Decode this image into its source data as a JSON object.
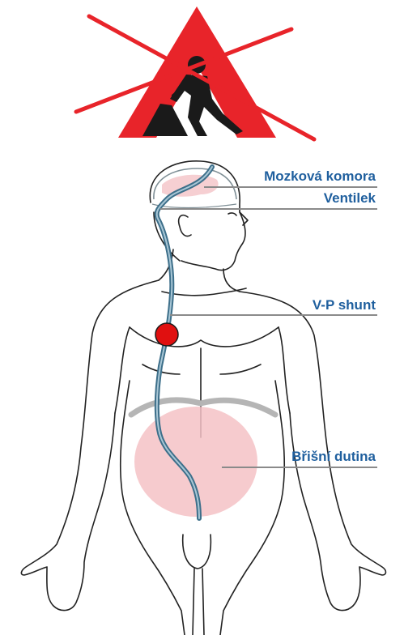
{
  "warning_sign": {
    "icon": "no-roadwork-sign",
    "colors": {
      "triangle": "#e8242a",
      "cross": "#e8242a",
      "figure": "#1a1a1a"
    }
  },
  "diagram": {
    "labels": {
      "ventricle": "Mozková komora",
      "valve": "Ventilek",
      "shunt": "V-P shunt",
      "abdomen": "Břišní dutina"
    },
    "colors": {
      "label_text": "#1f5f9e",
      "leader_line": "#8a8a8a",
      "tube": "#3d6f8a",
      "abdomen_fill": "#f4c2c6",
      "ventricle_fill": "#f6cfd2",
      "marker": "#e01010",
      "outline": "#222222"
    }
  }
}
